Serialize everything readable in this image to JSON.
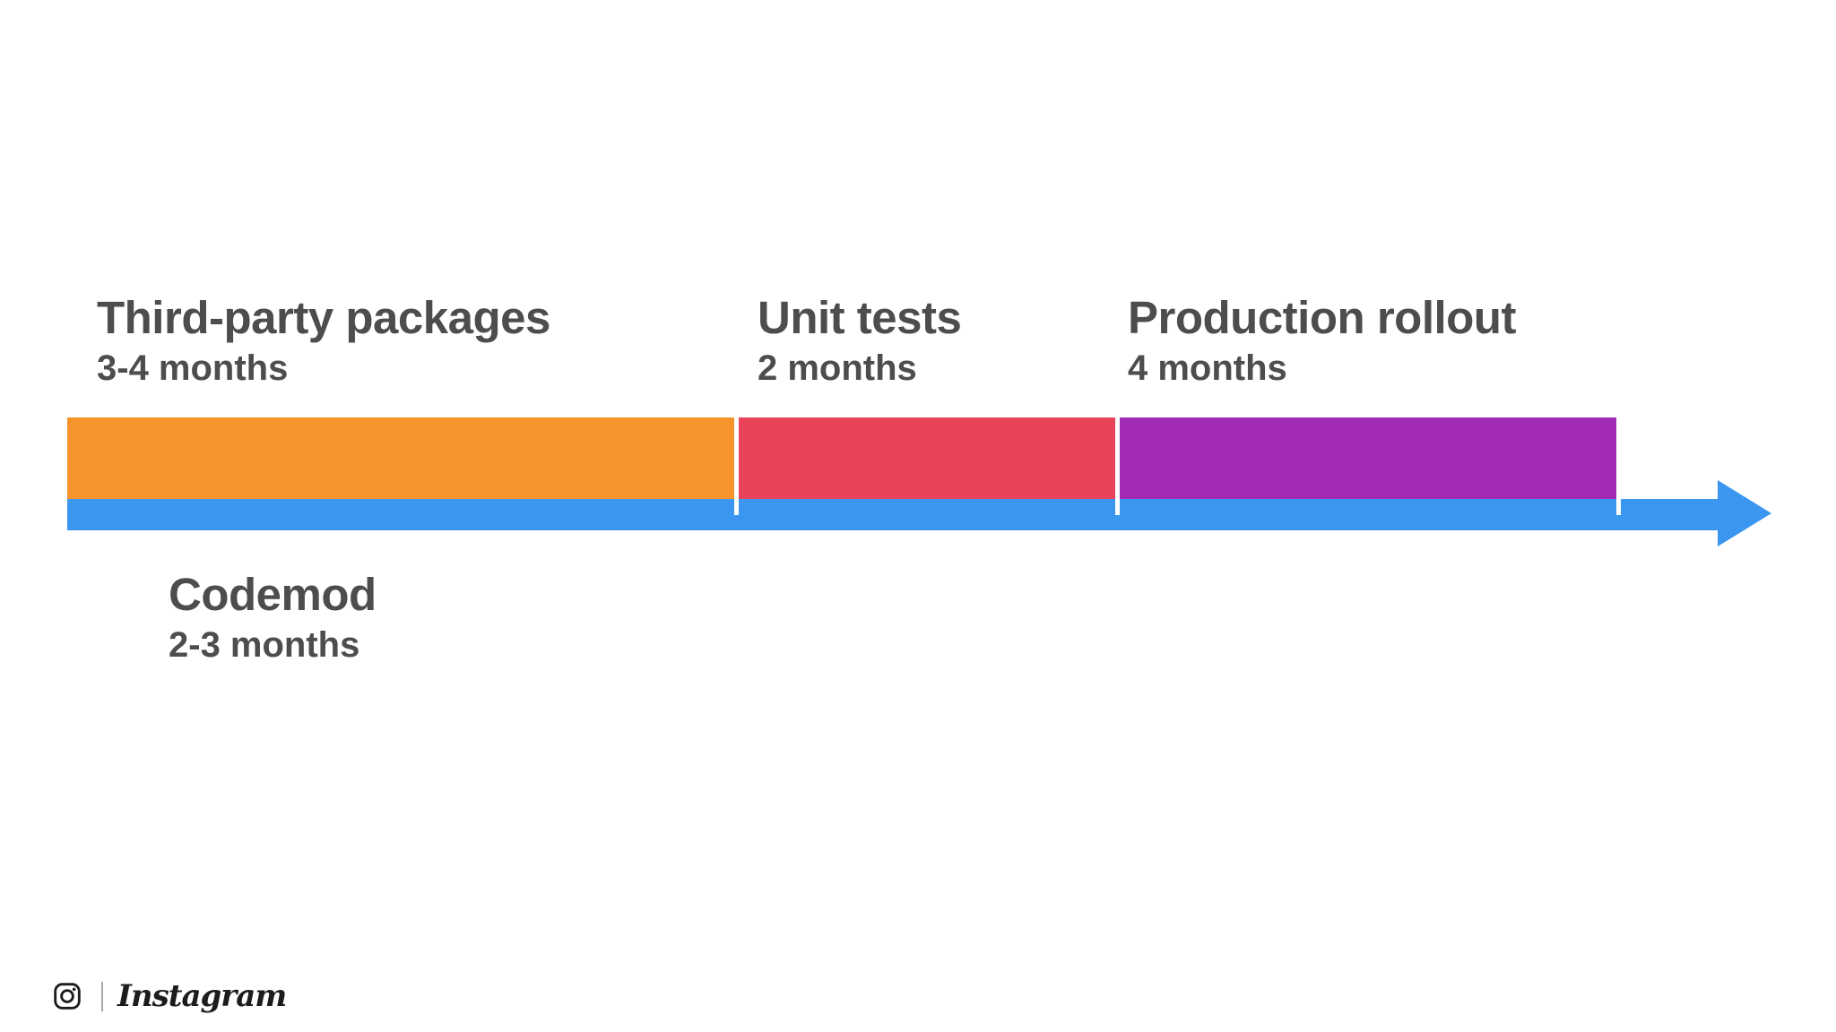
{
  "slide": {
    "background": "#ffffff",
    "text_color": "#4D4D4F",
    "phases": [
      {
        "title": "Third-party packages",
        "duration": "3-4 months",
        "color": "#F7932B"
      },
      {
        "title": "Unit tests",
        "duration": "2 months",
        "color": "#E94359"
      },
      {
        "title": "Production rollout",
        "duration": "4 months",
        "color": "#A32CB5"
      }
    ],
    "timeline": {
      "title": "Codemod",
      "duration": "2-3 months",
      "color": "#3B96F0",
      "divider_color": "#ffffff"
    },
    "footer": {
      "brand": "Instagram",
      "icon": "instagram-camera-icon",
      "icon_color": "#1c1c1c"
    }
  }
}
